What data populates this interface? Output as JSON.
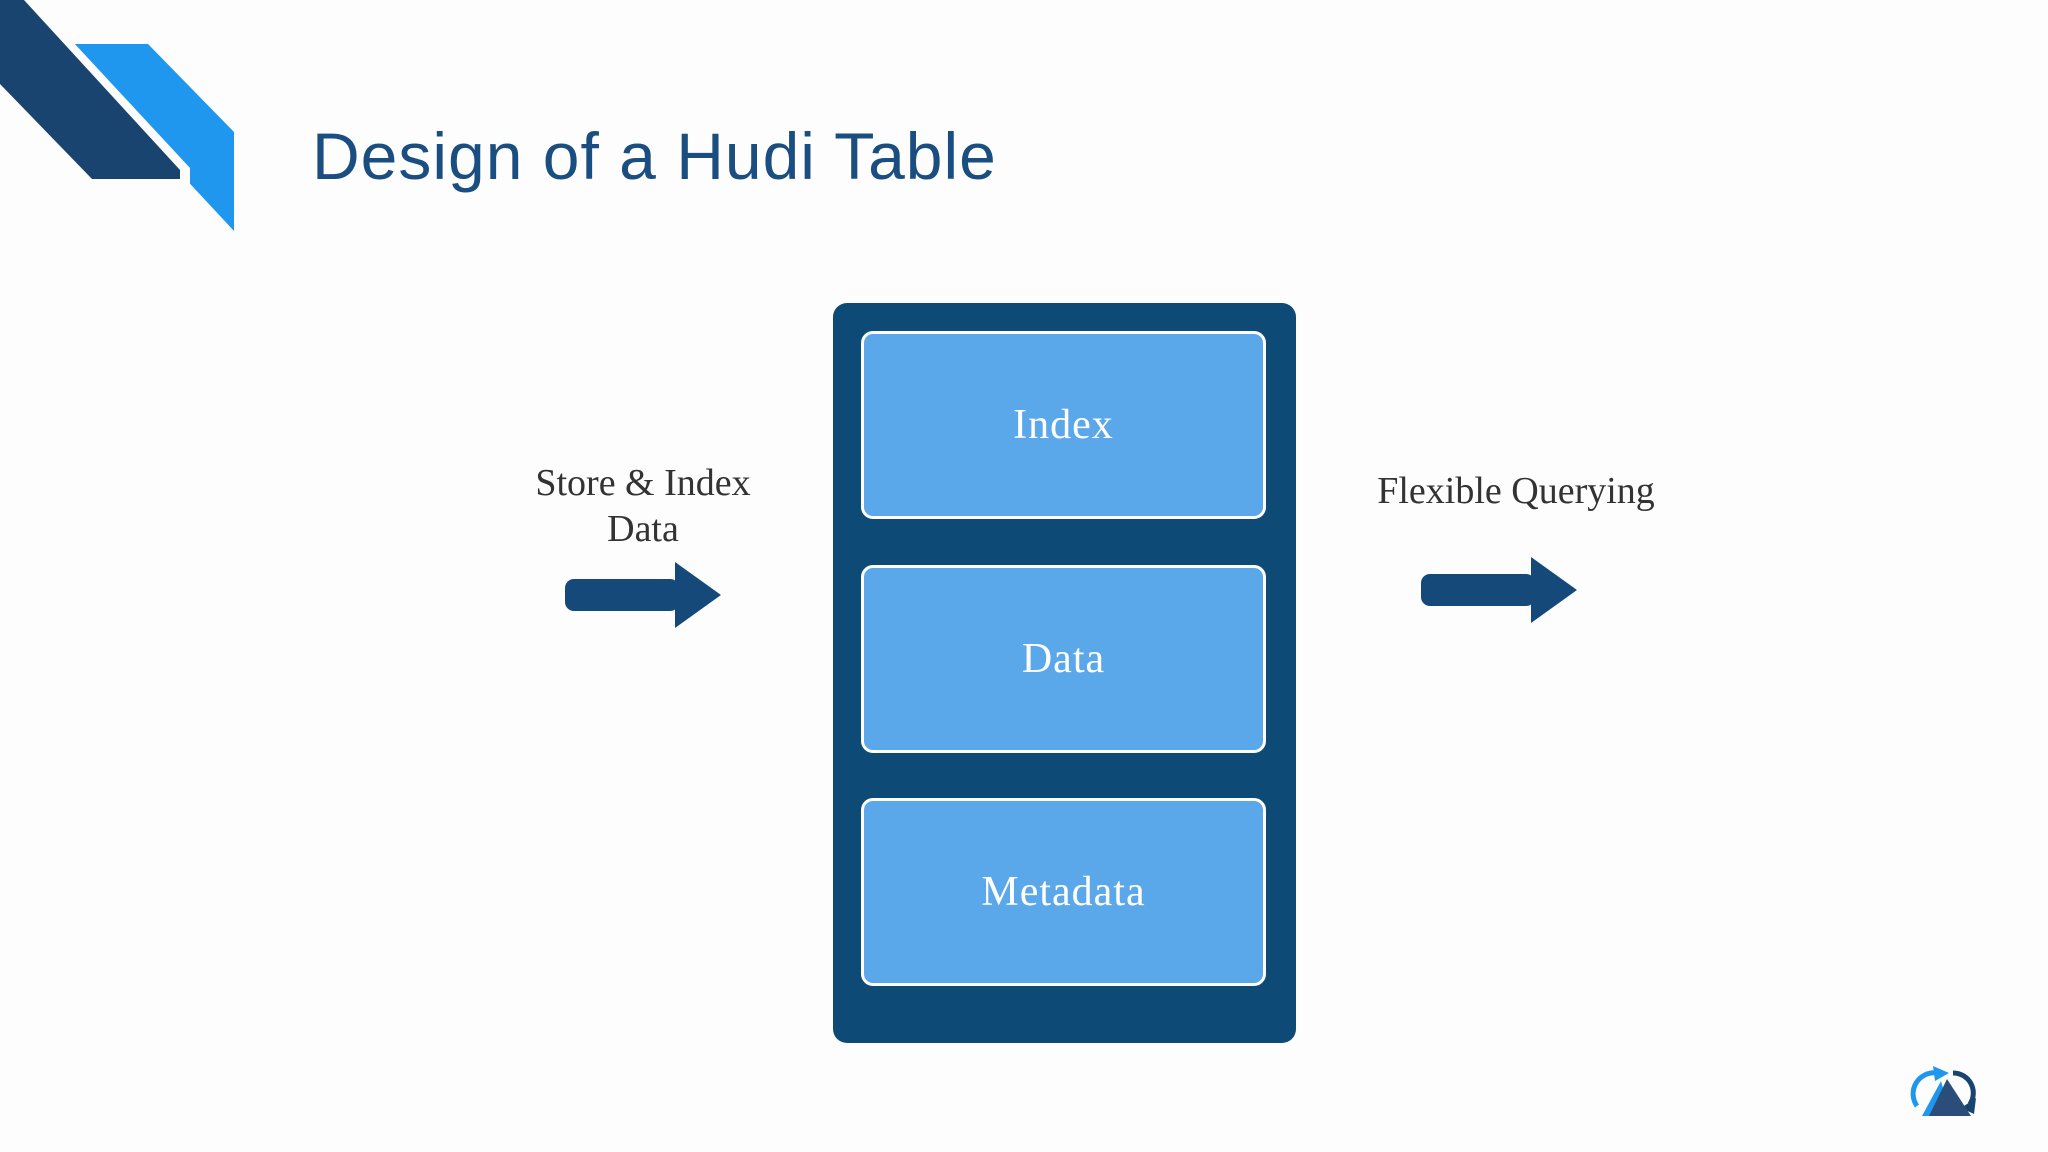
{
  "title": "Design of a Hudi Table",
  "colors": {
    "title_blue": "#1b4e80",
    "navy": "#0d4a75",
    "arrow_navy": "#15497a",
    "box_blue": "#5aa7ea",
    "box_border": "#ffffff",
    "label_dark": "#333333",
    "decor_dark": "#1a4470",
    "decor_light": "#1f97ef",
    "box_text": "#ffffff"
  },
  "diagram": {
    "table_boxes": [
      {
        "label": "Index"
      },
      {
        "label": "Data"
      },
      {
        "label": "Metadata"
      }
    ],
    "left_flow": {
      "line1": "Store & Index",
      "line2": "Data"
    },
    "right_flow": {
      "label": "Flexible Querying"
    }
  },
  "icons": {
    "corner": "corner-ribbon-decoration",
    "flow_arrow": "flow-arrow-right",
    "logo": "cycle-triangle-logo"
  }
}
